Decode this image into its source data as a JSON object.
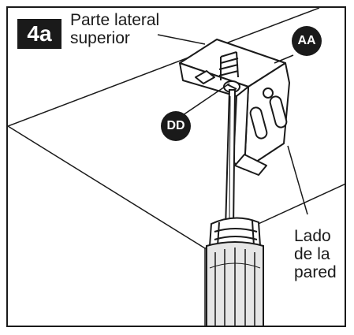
{
  "step": {
    "label": "4a"
  },
  "labels": {
    "top_side": [
      "Parte lateral",
      "superior"
    ],
    "wall_side": [
      "Lado",
      "de la",
      "pared"
    ]
  },
  "callouts": {
    "bracket": "AA",
    "screw": "DD"
  },
  "colors": {
    "ink": "#1a1a1a",
    "background": "#ffffff",
    "handle_shade": "#e6e6e6"
  },
  "icons": {
    "bracket": "mounting-bracket",
    "tool": "screwdriver"
  }
}
